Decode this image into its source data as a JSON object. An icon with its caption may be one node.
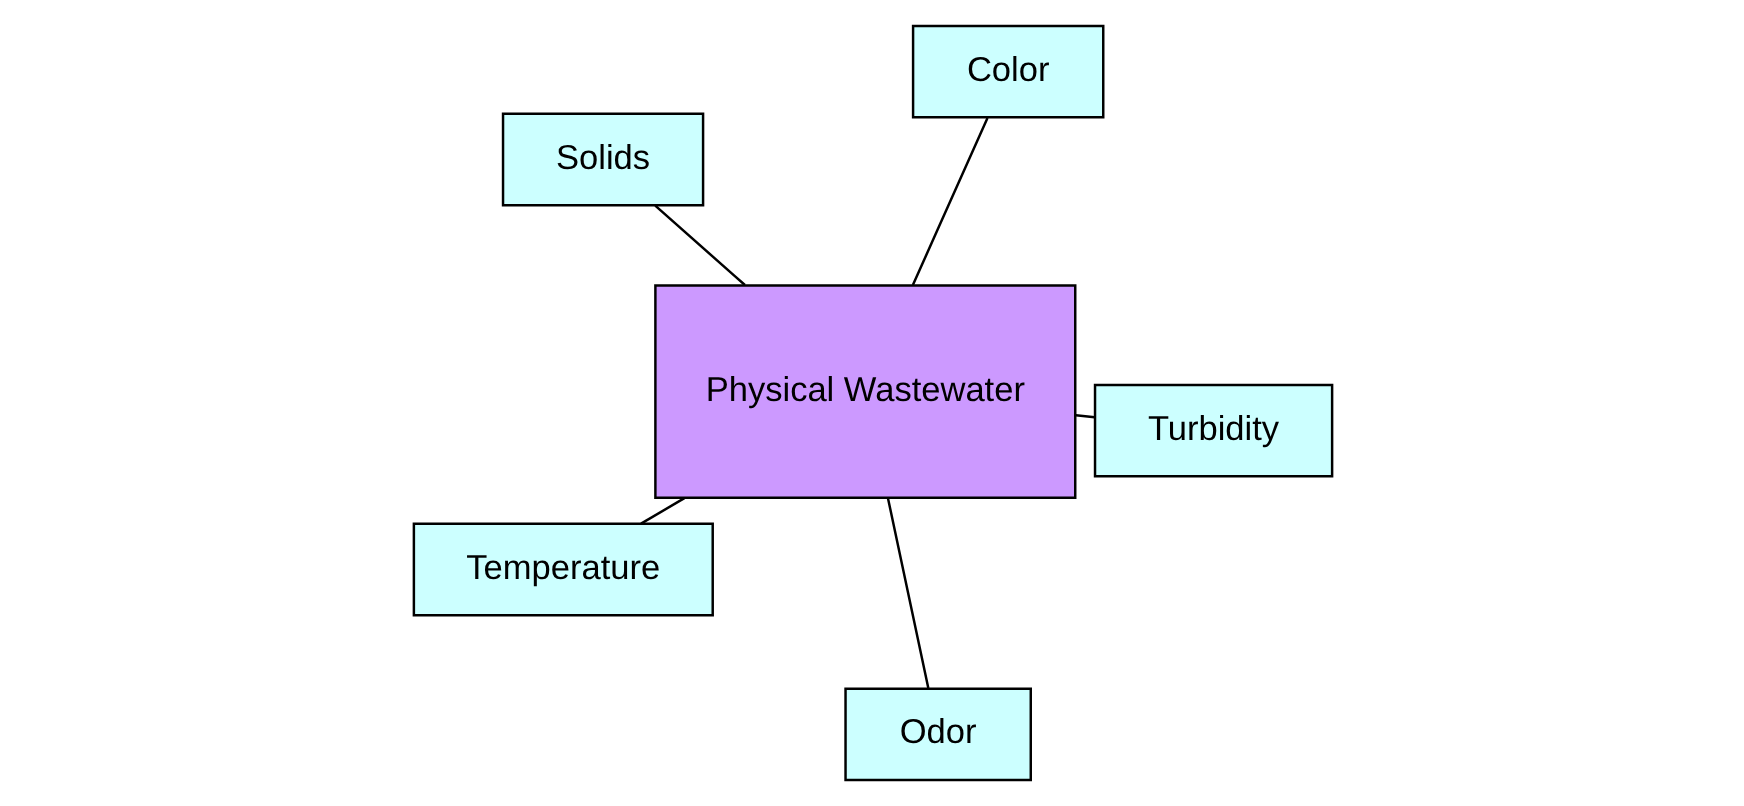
{
  "diagram": {
    "nodes": [
      {
        "text": [
          "Solids"
        ]
      },
      {
        "text": [
          "Turbidity"
        ]
      },
      {
        "text": [
          "Odor"
        ]
      },
      {
        "text": [
          "Physical Wastewater"
        ]
      },
      {
        "text": [
          "Color"
        ]
      },
      {
        "text": [
          "Temperature"
        ]
      }
    ],
    "edges": [
      {
        "from": 3,
        "to": 0,
        "arrow": "none"
      },
      {
        "from": 3,
        "to": 1,
        "arrow": "none"
      },
      {
        "from": 3,
        "to": 2,
        "arrow": "none"
      },
      {
        "from": 3,
        "to": 4,
        "arrow": "none"
      },
      {
        "from": 3,
        "to": 5,
        "arrow": "none"
      }
    ]
  }
}
